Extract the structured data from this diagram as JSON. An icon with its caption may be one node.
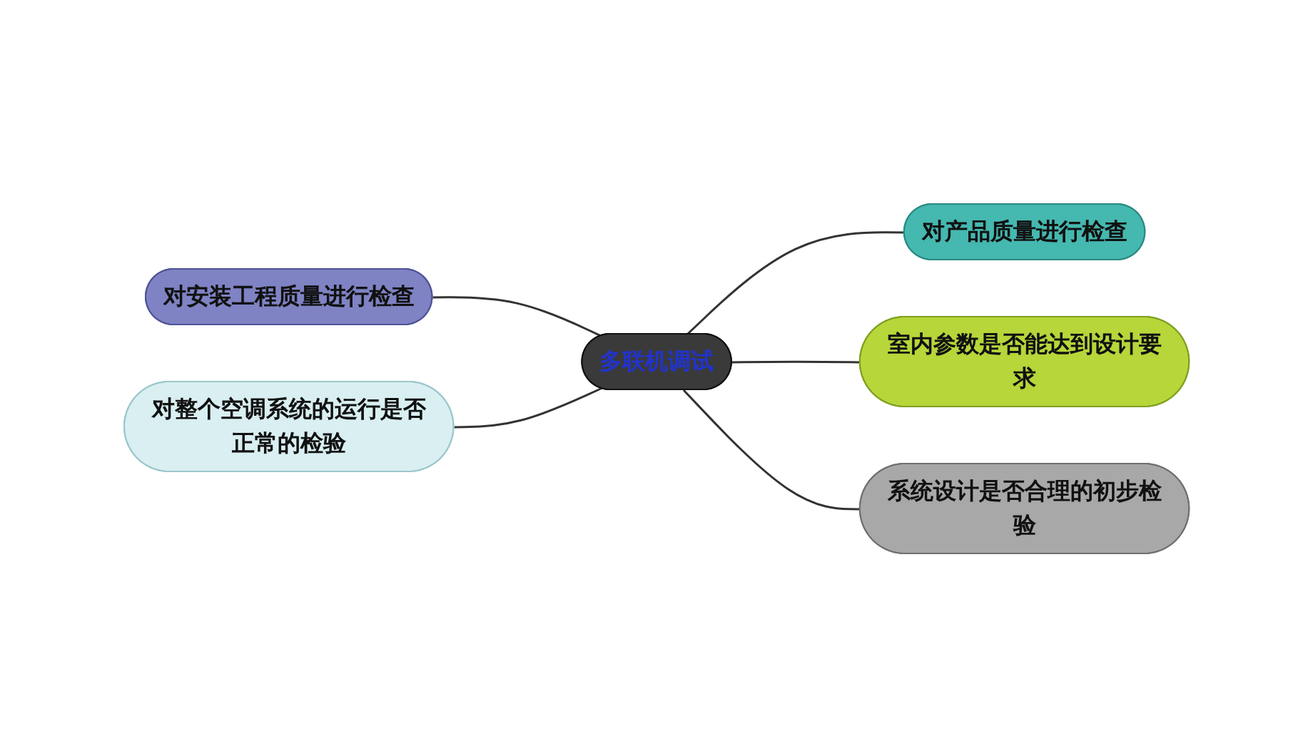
{
  "diagram": {
    "nodes": [
      {
        "text": [
          "多联机调试"
        ]
      },
      {
        "text": [
          "对产品质量进行检查"
        ]
      },
      {
        "text": [
          "室内参数是否能达到设计要求"
        ]
      },
      {
        "text": [
          "对安装工程质量进行检查"
        ]
      },
      {
        "text": [
          "系统设计是否合理的初步检验"
        ]
      },
      {
        "text": [
          "对整个空调系统的运行是否正常的检验"
        ]
      }
    ],
    "edges": [
      {
        "from": 0,
        "to": 1,
        "arrow": "none"
      },
      {
        "from": 0,
        "to": 2,
        "arrow": "none"
      },
      {
        "from": 3,
        "to": 0,
        "arrow": "none"
      },
      {
        "from": 0,
        "to": 4,
        "arrow": "none"
      },
      {
        "from": 5,
        "to": 0,
        "arrow": "none"
      }
    ]
  }
}
